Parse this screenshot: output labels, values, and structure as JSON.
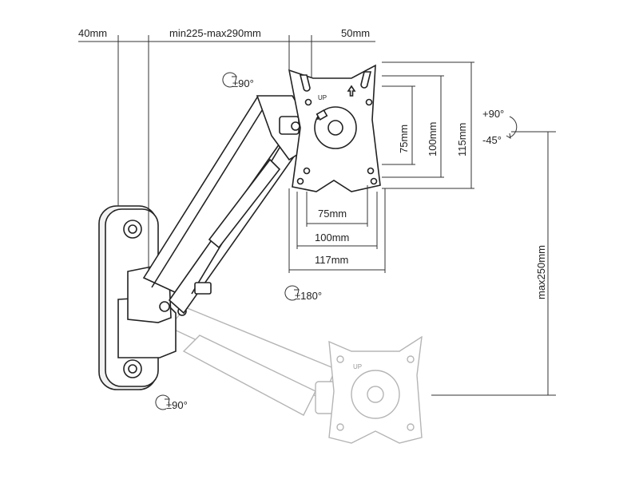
{
  "dimensions": {
    "arm_offset": "40mm",
    "arm_reach": "min225-max290mm",
    "plate_offset": "50mm",
    "vesa_h_75": "75mm",
    "vesa_h_100": "100mm",
    "plate_width": "117mm",
    "vesa_v_75": "75mm",
    "vesa_v_100": "100mm",
    "plate_height": "115mm",
    "height_adjust": "max250mm"
  },
  "rotations": {
    "tilt_up": "+90°",
    "tilt_down": "-45°",
    "swivel_head": "±90°",
    "rotate_screen": "±180°",
    "swivel_base": "±90°"
  },
  "plate_marking": "UP",
  "ghost_plate_marking": "UP",
  "colors": {
    "line": "#222222",
    "ghost": "#b5b5b5",
    "background": "#ffffff"
  }
}
